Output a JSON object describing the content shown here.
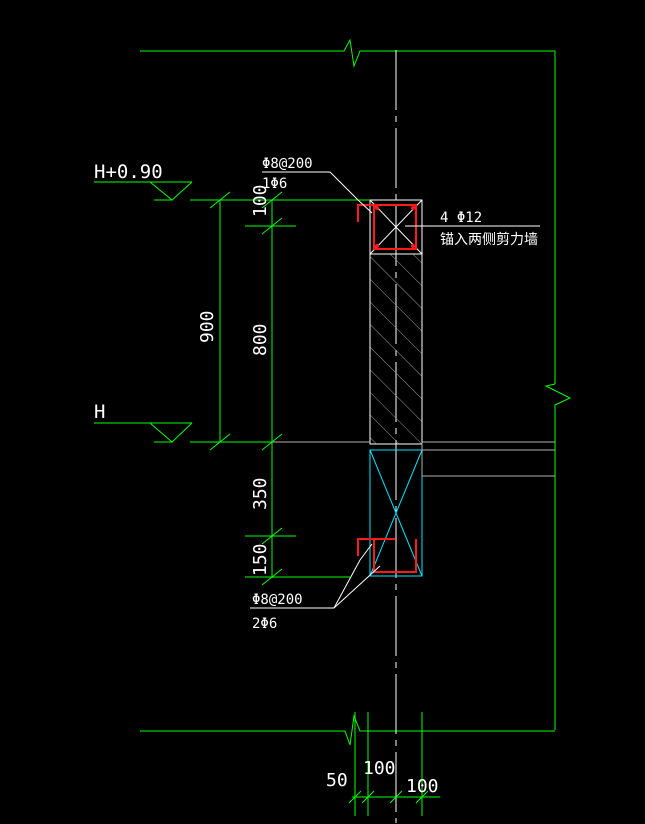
{
  "levels": {
    "top": "H+0.90",
    "bottom": "H"
  },
  "dimensions": {
    "total_height": "900",
    "top_beam": "100",
    "wall_panel": "800",
    "lower_beam": "350",
    "sill": "150",
    "bottom_offset": "50",
    "bottom_width": "100",
    "bottom_right": "100"
  },
  "rebar_notes": {
    "top_stirrup": "Φ8@200",
    "top_longitudinal": "1Φ6",
    "beam_bars": "4 Φ12",
    "beam_anchor": "锚入两侧剪力墙",
    "bottom_stirrup": "Φ8@200",
    "bottom_longitudinal": "2Φ6"
  },
  "colors": {
    "background": "#000000",
    "dimension_lines": "#00ff00",
    "outline": "#ffffff",
    "rebar": "#ff1a1a",
    "lower_beam": "#00e5ff",
    "hatch": "#9a9a9a"
  }
}
